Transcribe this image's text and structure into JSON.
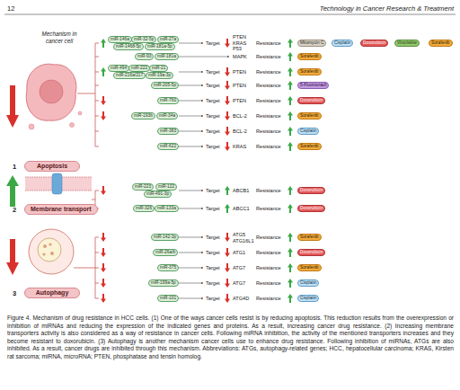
{
  "diagram": {
    "caption": "Figure 4. Mechanism of drug resistance in HCC cells. (1) One of the ways cancer cells resist is by reducing apoptosis. This reduction results from the overexpression or inhibition of miRNAs and reducing the expression of the indicated genes and proteins. As a result, increasing cancer drug resistance. (2) Increasing membrane transporters activity is also considered as a way of resistance in cancer cells. Following miRNA inhibition, the activity of the mentioned transporters increases and they become resistant to doxorubicin. (3) Autophagy is another mechanism cancer cells use to enhance drug resistance. Following inhibition of miRNAs, ATGs are also inhibited. As a result, cancer drugs are inhibited through this mechanism. Abbreviations: ATGs, autophagy-related genes; HCC, hepatocellular carcinoma; KRAS, Kirsten rat sarcoma; miRNA, microRNA; PTEN, phosphatase and tensin homolog.",
    "nodes": [
      {
        "text": [
          "Apoptosis"
        ]
      },
      {
        "text": [
          "miR-146a"
        ]
      },
      {
        "text": [
          "miR-32-5p"
        ]
      },
      {
        "text": [
          "miR-27a"
        ]
      },
      {
        "text": [
          "miR-1468-5p"
        ]
      },
      {
        "text": [
          "miR-181a-5p"
        ]
      },
      {
        "text": [
          "Mitomycin C"
        ]
      },
      {
        "text": [
          "Cisplatin"
        ]
      },
      {
        "text": [
          "Doxorubicin"
        ]
      },
      {
        "text": [
          "Vincristine"
        ]
      },
      {
        "text": [
          "Sorafenib"
        ]
      },
      {
        "text": [
          "miR-93"
        ]
      },
      {
        "text": [
          "miR-181a"
        ]
      },
      {
        "text": [
          "Sorafenib"
        ]
      },
      {
        "text": [
          "miR-494"
        ]
      },
      {
        "text": [
          "miR-222"
        ]
      },
      {
        "text": [
          "miR-21"
        ]
      },
      {
        "text": [
          "miR-216a/217"
        ]
      },
      {
        "text": [
          "miR-19a-3p"
        ]
      },
      {
        "text": [
          "Sorafenib"
        ]
      },
      {
        "text": [
          "miR-205-5p"
        ]
      },
      {
        "text": [
          "5-Fluorouracil"
        ]
      },
      {
        "text": [
          "miR-760"
        ]
      },
      {
        "text": [
          "Doxorubicin"
        ]
      },
      {
        "text": [
          "miR-193b"
        ]
      },
      {
        "text": [
          "miR-34a"
        ]
      },
      {
        "text": [
          "Sorafenib"
        ]
      },
      {
        "text": [
          "miR-383"
        ]
      },
      {
        "text": [
          "Cisplatin"
        ]
      },
      {
        "text": [
          "miR-622"
        ]
      },
      {
        "text": [
          "Sorafenib"
        ]
      },
      {
        "text": [
          "Membrane transport"
        ]
      },
      {
        "text": [
          "miR-223"
        ]
      },
      {
        "text": [
          "miR-122"
        ]
      },
      {
        "text": [
          "miR-491-3p"
        ]
      },
      {
        "text": [
          "Doxorubicin"
        ]
      },
      {
        "text": [
          "miR-326"
        ]
      },
      {
        "text": [
          "miR-133a"
        ]
      },
      {
        "text": [
          "Doxorubicin"
        ]
      },
      {
        "text": [
          "Autophagy"
        ]
      },
      {
        "text": [
          "miR-142-3p"
        ]
      },
      {
        "text": [
          "Sorafenib"
        ]
      },
      {
        "text": [
          "miR-26a/b"
        ]
      },
      {
        "text": [
          "Doxorubicin"
        ]
      },
      {
        "text": [
          "miR-375"
        ]
      },
      {
        "text": [
          "Sorafenib"
        ]
      },
      {
        "text": [
          "miR-199a-5p"
        ]
      },
      {
        "text": [
          "Cisplatin"
        ]
      },
      {
        "text": [
          "miR-101"
        ]
      },
      {
        "text": [
          "Cisplatin"
        ]
      }
    ],
    "labels": [
      "12",
      "Technology in Cancer Research & Treatment",
      "Mechanism in cancer cell",
      "1",
      "2",
      "3",
      "Target",
      "PTEN KRAS P53",
      "Resistance",
      "MAPK",
      "Resistance",
      "Target",
      "PTEN",
      "Resistance",
      "Target",
      "PTEN",
      "Resistance",
      "Target",
      "PTEN",
      "Resistance",
      "Target",
      "BCL-2",
      "Resistance",
      "Target",
      "BCL-2",
      "Resistance",
      "Target",
      "KRAS",
      "Resistance",
      "Target",
      "ABCB1",
      "Resistance",
      "Target",
      "ABCC1",
      "Resistance",
      "Target",
      "ATG5 ATG16L1",
      "Resistance",
      "Target",
      "ATG1",
      "Resistance",
      "Target",
      "ATG7",
      "Resistance",
      "Target",
      "ATG7",
      "Resistance",
      "Target",
      "ATG4D",
      "Resistance"
    ]
  }
}
